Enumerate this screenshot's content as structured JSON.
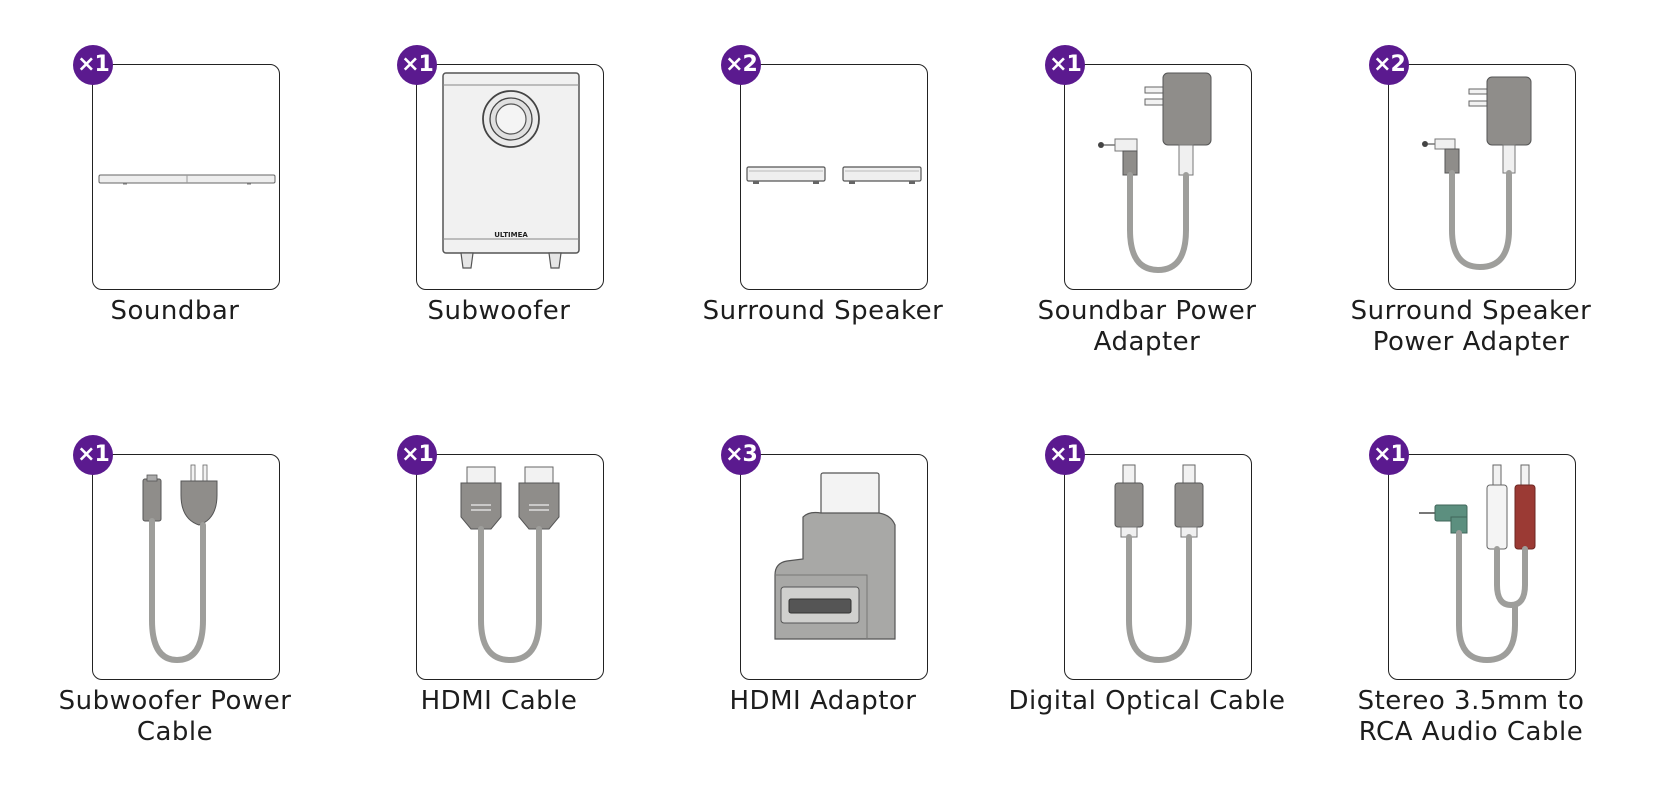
{
  "items": [
    {
      "qty": "×1",
      "label": "Soundbar",
      "icon": "soundbar-icon"
    },
    {
      "qty": "×1",
      "label": "Subwoofer",
      "icon": "subwoofer-icon",
      "brand": "ULTIMEA"
    },
    {
      "qty": "×2",
      "label": "Surround Speaker",
      "icon": "surround-speaker-icon"
    },
    {
      "qty": "×1",
      "label": "Soundbar Power Adapter",
      "icon": "power-adapter-icon"
    },
    {
      "qty": "×2",
      "label": "Surround Speaker Power Adapter",
      "icon": "power-adapter-icon"
    },
    {
      "qty": "×1",
      "label": "Subwoofer Power Cable",
      "icon": "power-cable-icon"
    },
    {
      "qty": "×1",
      "label": "HDMI Cable",
      "icon": "hdmi-cable-icon"
    },
    {
      "qty": "×3",
      "label": "HDMI Adaptor",
      "icon": "hdmi-adaptor-icon"
    },
    {
      "qty": "×1",
      "label": "Digital Optical Cable",
      "icon": "optical-cable-icon"
    },
    {
      "qty": "×1",
      "label": "Stereo 3.5mm to RCA Audio Cable",
      "icon": "rca-cable-icon"
    }
  ],
  "colors": {
    "badge": "#5b1a8f",
    "cable": "#9e9e9b",
    "plug": "#8d8b88",
    "rca_red": "#9b3a34",
    "jack_green": "#5c8f7f"
  }
}
